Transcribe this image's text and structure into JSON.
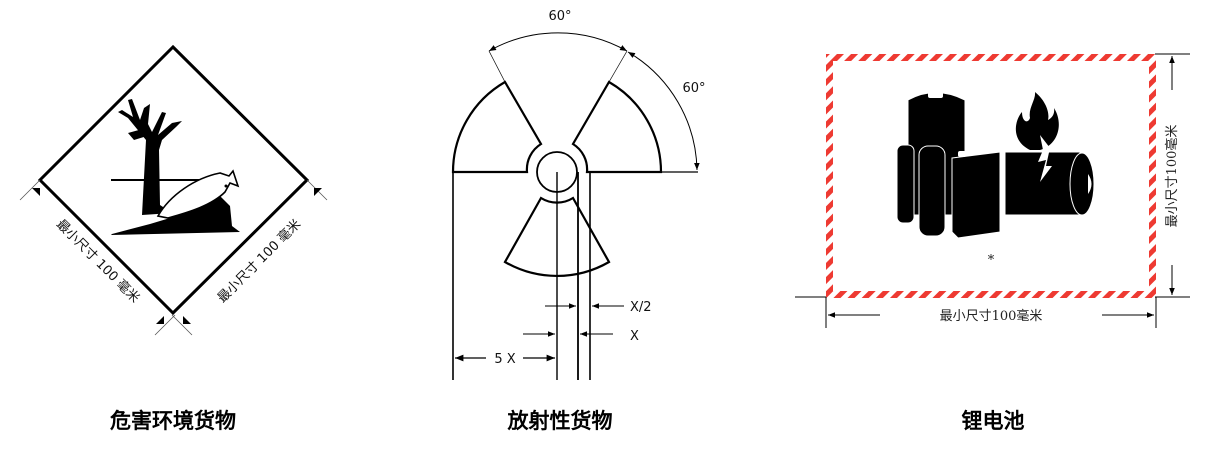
{
  "panels": [
    {
      "title": "危害环境货物",
      "dimension_label_left": "最小尺寸 100 毫米",
      "dimension_label_right": "最小尺寸 100 毫米"
    },
    {
      "title": "放射性货物",
      "angle_top": "60°",
      "angle_right": "60°",
      "dim_half": "X/2",
      "dim_x": "X",
      "dim_5x": "5 X"
    },
    {
      "title": "锂电池",
      "dimension_label_vertical": "最小尺寸100毫米",
      "dimension_label_horizontal": "最小尺寸100毫米",
      "note_mark": "*"
    }
  ],
  "colors": {
    "hatch_red": "#ee3a32",
    "ink": "#000000"
  }
}
